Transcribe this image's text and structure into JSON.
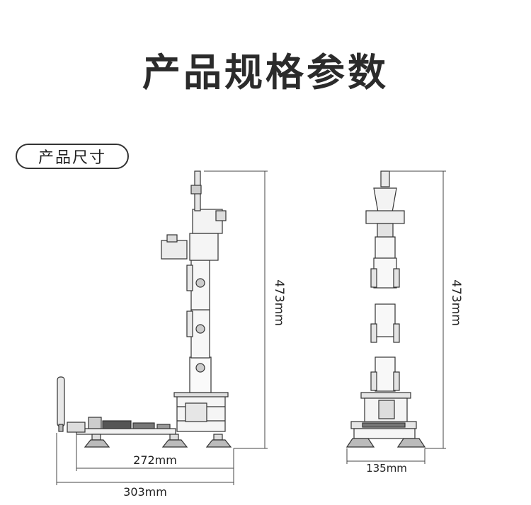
{
  "title": "产品规格参数",
  "section_label": "产品尺寸",
  "dimensions": {
    "side_height": "473mm",
    "front_height": "473mm",
    "base_width": "272mm",
    "total_width": "303mm",
    "front_width": "135mm"
  }
}
